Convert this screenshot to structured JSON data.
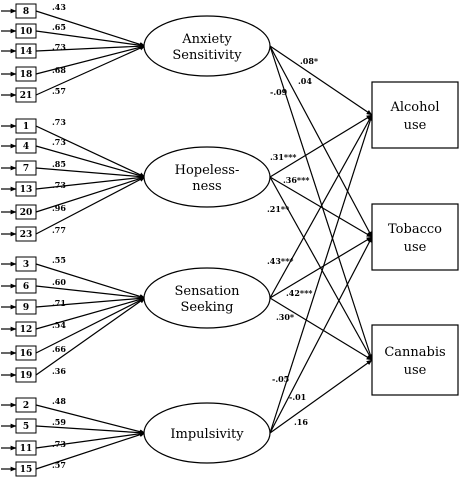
{
  "factors": [
    {
      "id": "anxiety",
      "label_lines": [
        "Anxiety",
        "Sensitivity"
      ],
      "items": [
        {
          "label": "8",
          "loading": ".43"
        },
        {
          "label": "10",
          "loading": ".65"
        },
        {
          "label": "14",
          "loading": ".73"
        },
        {
          "label": "18",
          "loading": ".68"
        },
        {
          "label": "21",
          "loading": ".57"
        }
      ]
    },
    {
      "id": "hopelessness",
      "label_lines": [
        "Hopeless-",
        "ness"
      ],
      "items": [
        {
          "label": "1",
          "loading": ".73"
        },
        {
          "label": "4",
          "loading": ".73"
        },
        {
          "label": "7",
          "loading": ".85"
        },
        {
          "label": "13",
          "loading": ".73"
        },
        {
          "label": "20",
          "loading": ".96"
        },
        {
          "label": "23",
          "loading": ".77"
        }
      ]
    },
    {
      "id": "sensation",
      "label_lines": [
        "Sensation",
        "Seeking"
      ],
      "items": [
        {
          "label": "3",
          "loading": ".55"
        },
        {
          "label": "6",
          "loading": ".60"
        },
        {
          "label": "9",
          "loading": ".71"
        },
        {
          "label": "12",
          "loading": ".54"
        },
        {
          "label": "16",
          "loading": ".66"
        },
        {
          "label": "19",
          "loading": ".36"
        }
      ]
    },
    {
      "id": "impulsivity",
      "label_lines": [
        "Impulsivity"
      ],
      "items": [
        {
          "label": "2",
          "loading": ".48"
        },
        {
          "label": "5",
          "loading": ".59"
        },
        {
          "label": "11",
          "loading": ".73"
        },
        {
          "label": "15",
          "loading": ".57"
        }
      ]
    }
  ],
  "outcomes": [
    {
      "id": "alcohol",
      "label_lines": [
        "Alcohol",
        "use"
      ]
    },
    {
      "id": "tobacco",
      "label_lines": [
        "Tobacco",
        "use"
      ]
    },
    {
      "id": "cannabis",
      "label_lines": [
        "Cannabis",
        "use"
      ]
    }
  ],
  "paths": [
    {
      "from": "anxiety",
      "to": "alcohol",
      "coef": ".08*"
    },
    {
      "from": "anxiety",
      "to": "tobacco",
      "coef": ".04"
    },
    {
      "from": "anxiety",
      "to": "cannabis",
      "coef": "-.09"
    },
    {
      "from": "hopelessness",
      "to": "alcohol",
      "coef": ".31***"
    },
    {
      "from": "hopelessness",
      "to": "tobacco",
      "coef": ".36***"
    },
    {
      "from": "hopelessness",
      "to": "cannabis",
      "coef": ".21**"
    },
    {
      "from": "sensation",
      "to": "alcohol",
      "coef": ".43***"
    },
    {
      "from": "sensation",
      "to": "tobacco",
      "coef": ".42***"
    },
    {
      "from": "sensation",
      "to": "cannabis",
      "coef": ".30*"
    },
    {
      "from": "impulsivity",
      "to": "alcohol",
      "coef": "-.05"
    },
    {
      "from": "impulsivity",
      "to": "tobacco",
      "coef": "-.01"
    },
    {
      "from": "impulsivity",
      "to": "cannabis",
      "coef": ".16"
    }
  ]
}
